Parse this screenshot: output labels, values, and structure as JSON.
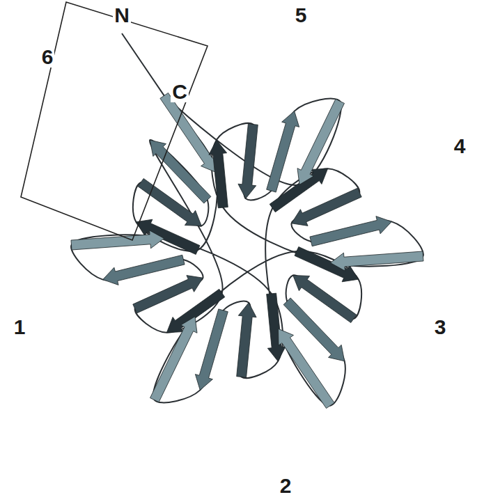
{
  "diagram": {
    "labels": [
      "N",
      "5",
      "6",
      "C",
      "4",
      "1",
      "3",
      "2"
    ]
  }
}
